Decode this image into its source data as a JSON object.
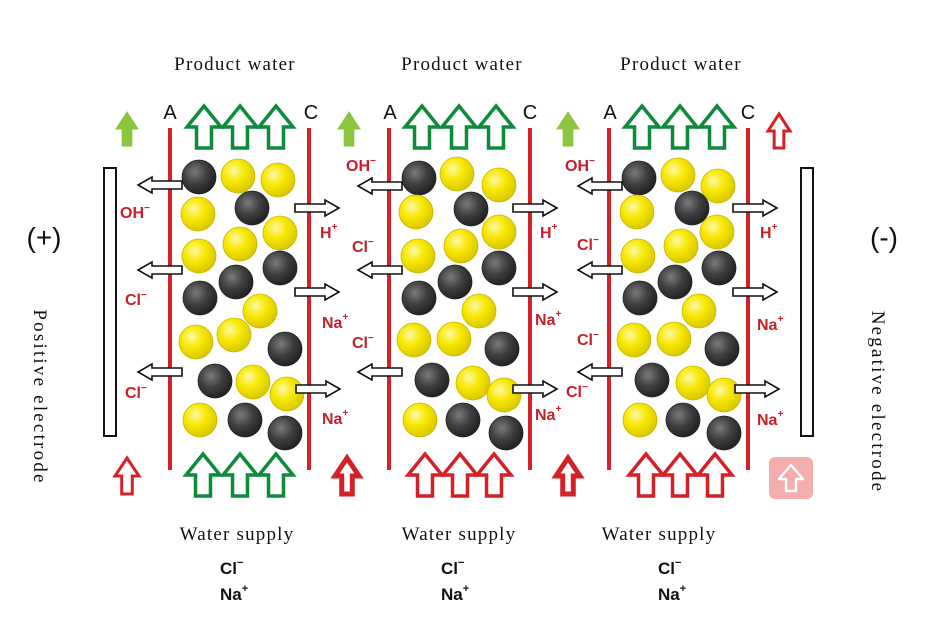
{
  "headers": {
    "product_water": [
      "Product water",
      "Product water",
      "Product water"
    ],
    "water_supply": [
      "Water supply",
      "Water supply",
      "Water supply"
    ]
  },
  "membranes": {
    "anion_label": "A",
    "cation_label": "C"
  },
  "electrodes": {
    "positive": {
      "sign": "(+)",
      "label": "Positive electrode"
    },
    "negative": {
      "sign": "(-)",
      "label": "Negative electrode"
    }
  },
  "feed_ions": {
    "chloride": "Cl",
    "chloride_sup": "−",
    "sodium": "Na",
    "sodium_sup": "+"
  },
  "ion_labels": {
    "cell_1_left": [
      {
        "base": "OH",
        "sup": "−"
      },
      {
        "base": "Cl",
        "sup": "−"
      },
      {
        "base": "Cl",
        "sup": "−"
      }
    ],
    "cell_1_right": [
      {
        "base": "H",
        "sup": "+"
      },
      {
        "base": "Na",
        "sup": "+"
      },
      {
        "base": "Na",
        "sup": "+"
      }
    ],
    "cell_2_left": [
      {
        "base": "OH",
        "sup": "−"
      },
      {
        "base": "Cl",
        "sup": "−"
      },
      {
        "base": "Cl",
        "sup": "−"
      }
    ],
    "cell_2_right": [
      {
        "base": "H",
        "sup": "+"
      },
      {
        "base": "Na",
        "sup": "+"
      },
      {
        "base": "Na",
        "sup": "+"
      }
    ],
    "cell_3_left": [
      {
        "base": "OH",
        "sup": "−"
      },
      {
        "base": "Cl",
        "sup": "−"
      },
      {
        "base": "Cl",
        "sup": "−"
      },
      {
        "base": "Cl",
        "sup": "−"
      }
    ],
    "cell_3_right": [
      {
        "base": "H",
        "sup": "+"
      },
      {
        "base": "Na",
        "sup": "+"
      },
      {
        "base": "Na",
        "sup": "+"
      }
    ]
  },
  "colors": {
    "membrane": "#d42027",
    "product_arrow": "#0d8a3a",
    "supply_arrow": "#d42027",
    "small_up_arrow": "#8cc63f",
    "resin_yellow": "#f5e400",
    "resin_dark": "#3c3c3c",
    "ion_text": "#c8202a",
    "text": "#111111"
  }
}
